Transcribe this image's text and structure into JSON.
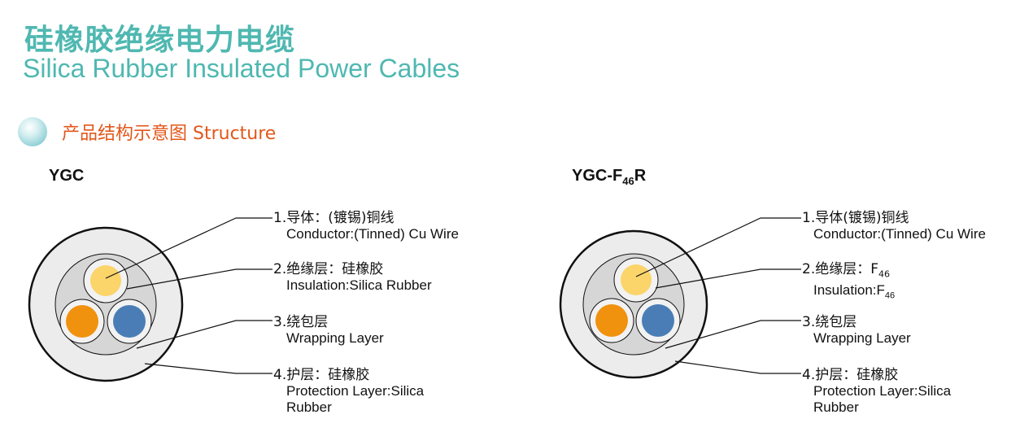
{
  "header": {
    "title_cn": "硅橡胶绝缘电力电缆",
    "title_en": "Silica Rubber Insulated Power Cables"
  },
  "section": {
    "label": "产品结构示意图  Structure"
  },
  "left": {
    "model": "YGC",
    "labels": [
      {
        "cn": "1.导体：(镀锡)铜线",
        "en": "Conductor:(Tinned) Cu Wire"
      },
      {
        "cn": "2.绝缘层：硅橡胶",
        "en": "Insulation:Silica Rubber"
      },
      {
        "cn": "3.绕包层",
        "en": "Wrapping Layer"
      },
      {
        "cn": "4.护层：硅橡胶",
        "en": "Protection Layer:Silica",
        "en2": "Rubber"
      }
    ]
  },
  "right": {
    "model_main": "YGC-F",
    "model_sub": "46",
    "model_tail": "R",
    "labels": [
      {
        "cn": "1.导体(镀锡)铜线",
        "en": "Conductor:(Tinned) Cu Wire"
      },
      {
        "cn_main": "2.绝缘层：F",
        "cn_sub": "46",
        "en_main": "Insulation:F",
        "en_sub": "46"
      },
      {
        "cn": "3.绕包层",
        "en": "Wrapping Layer"
      },
      {
        "cn": "4.护层：硅橡胶",
        "en": "Protection Layer:Silica",
        "en2": "Rubber"
      }
    ]
  },
  "colors": {
    "title": "#4fb8b1",
    "section_text": "#e2571b",
    "sheath": "#ececec",
    "wrapping": "#d6d6d6",
    "insulation_ring": "#f2f2f2",
    "core_yellow": "#fbd46a",
    "core_orange": "#f0920e",
    "core_blue": "#4a7db5"
  }
}
